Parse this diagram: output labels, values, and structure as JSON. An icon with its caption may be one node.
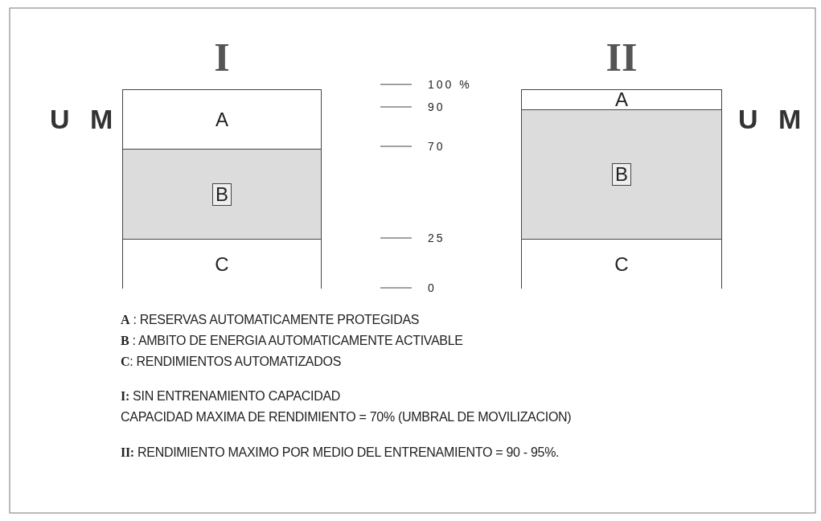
{
  "diagram": {
    "nodes": [
      {
        "text": [
          "I"
        ]
      },
      {
        "text": [
          "A"
        ],
        "in": 0
      },
      {
        "text": [
          "B"
        ],
        "in": 0
      },
      {
        "text": [
          "C"
        ],
        "in": 0
      },
      {
        "text": [
          "II"
        ]
      },
      {
        "text": [
          "A"
        ],
        "in": 4
      },
      {
        "text": [
          "B"
        ],
        "in": 4
      },
      {
        "text": [
          "C"
        ],
        "in": 4
      }
    ],
    "edges": [],
    "labels": [
      "U M",
      "100 %",
      "90",
      "U M",
      "70",
      "25",
      "0",
      "**A** : RESERVAS AUTOMATICAMENTE PROTEGIDAS",
      "**B** : AMBITO DE ENERGIA AUTOMATICAMENTE ACTIVABLE",
      "**C**: RENDIMIENTOS AUTOMATIZADOS",
      "**I:** SIN ENTRENAMIENTO CAPACIDAD",
      "CAPACIDAD MAXIMA DE RENDIMIENTO = 70% (UMBRAL DE MOVILIZACION)",
      "**II:** RENDIMIENTO MAXIMO POR MEDIO DEL ENTRENAMIENTO = 90 - 95%."
    ]
  }
}
